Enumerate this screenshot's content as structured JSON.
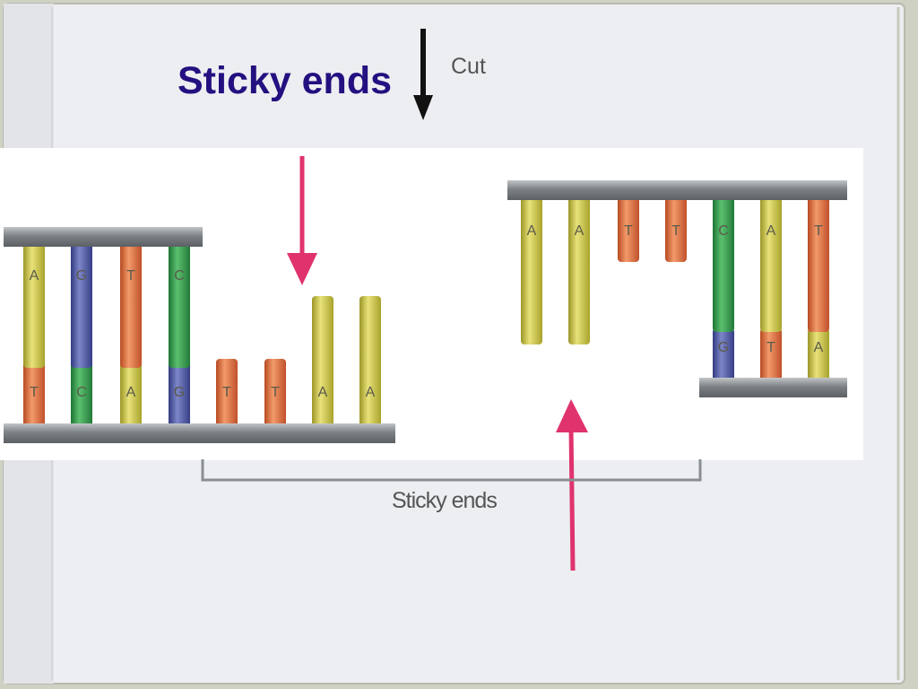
{
  "title": "Sticky ends",
  "cut_label": "Cut",
  "bracket_label": "Sticky ends",
  "colors": {
    "title": "#241080",
    "adenine": "#c9c23a",
    "thymine": "#e0683a",
    "guanine": "#4e57a8",
    "cytosine": "#2f9a4a",
    "backbone": "#8a8f93",
    "marker_arrow": "#e0336e",
    "cut_arrow": "#111111"
  },
  "left_fragment": {
    "top_strand": [
      "A",
      "G",
      "T",
      "C"
    ],
    "bottom_strand": [
      "T",
      "C",
      "A",
      "G",
      "T",
      "T",
      "A",
      "A"
    ]
  },
  "right_fragment": {
    "top_strand": [
      "A",
      "A",
      "T",
      "T",
      "C",
      "A",
      "T"
    ],
    "bottom_strand": [
      "G",
      "T",
      "A"
    ]
  }
}
